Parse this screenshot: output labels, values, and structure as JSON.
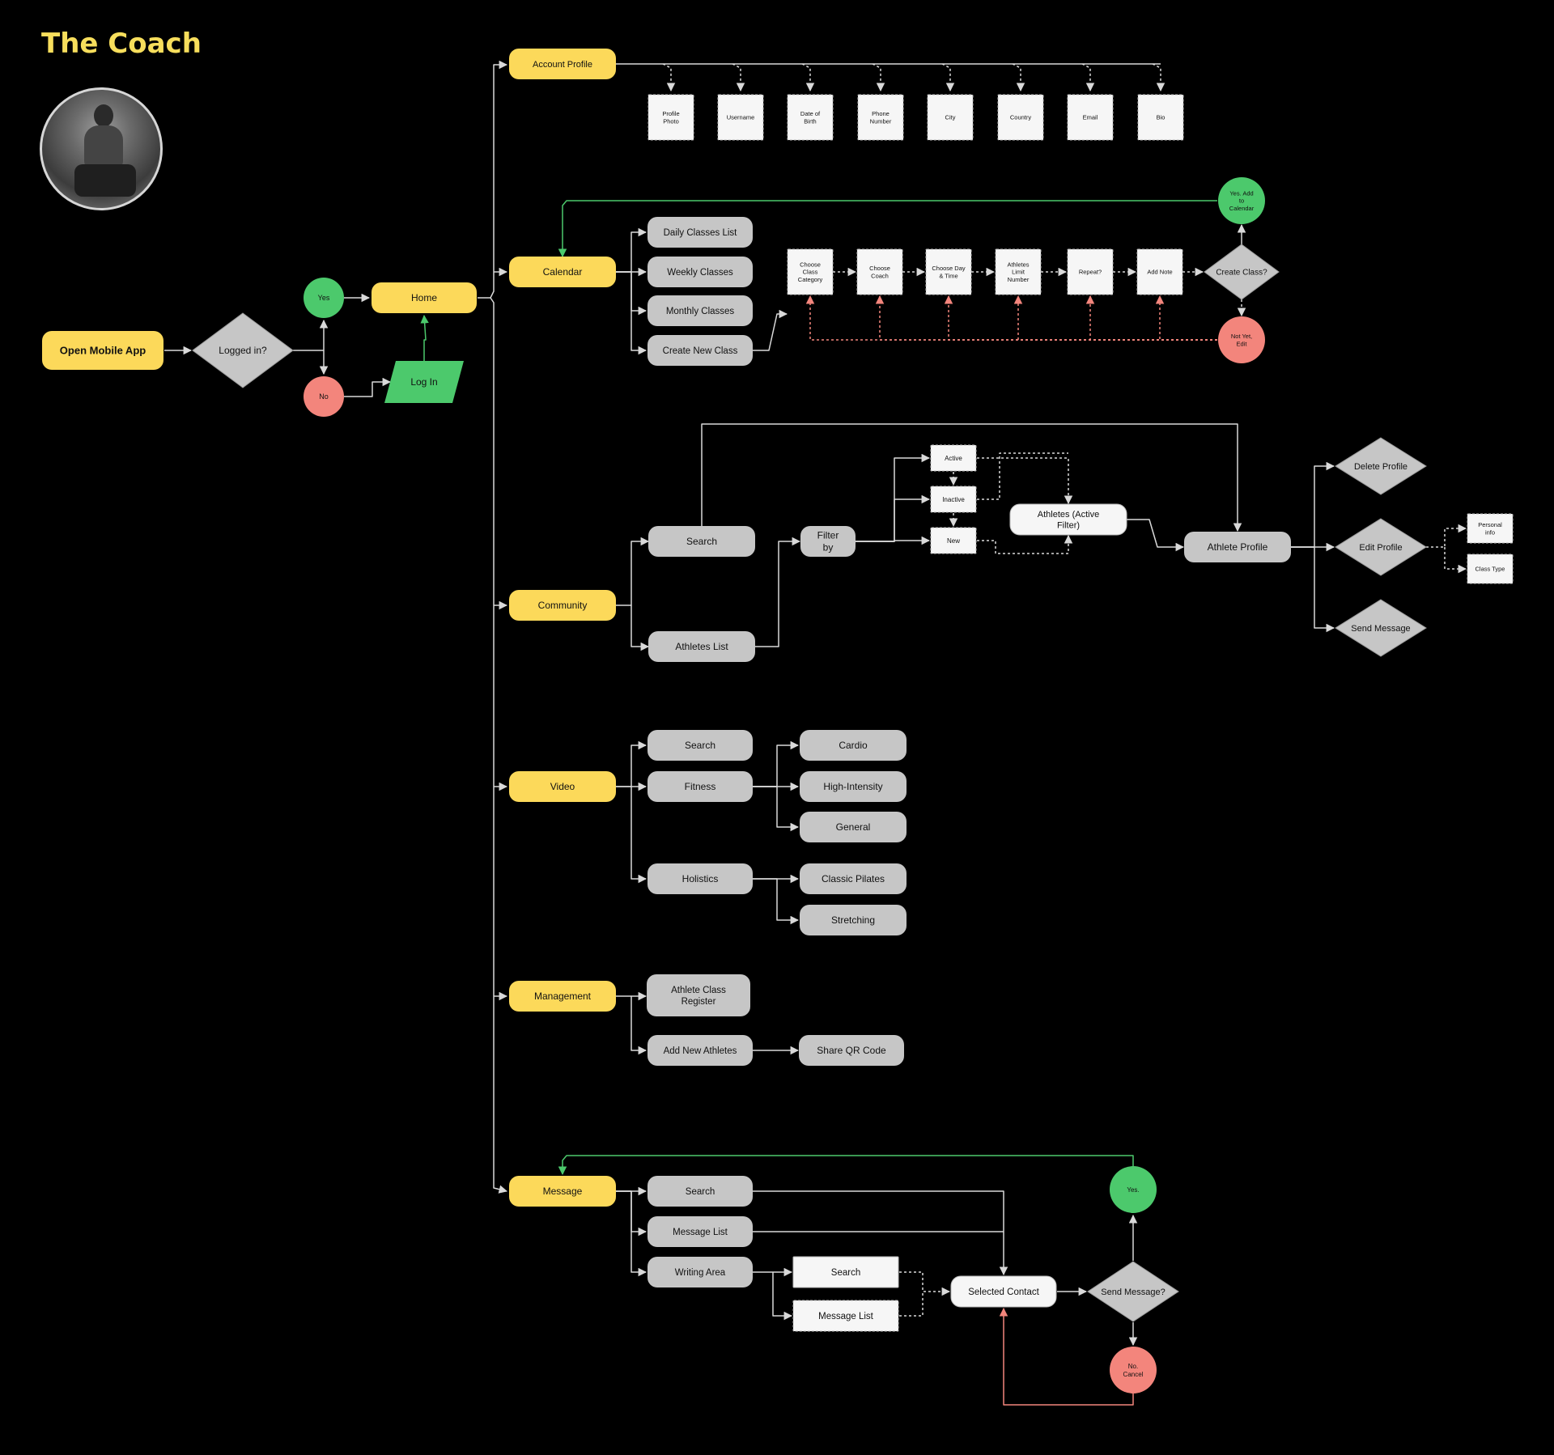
{
  "title": "The Coach",
  "avatar_icon": "coach-portrait",
  "colors": {
    "background": "#000000",
    "primary": "#fcd95a",
    "secondary": "#c6c6c6",
    "white_box": "#f6f6f6",
    "success": "#4cc96c",
    "danger": "#f3857c",
    "line": "#d9d9d9"
  },
  "nodes": {
    "open_app": "Open Mobile App",
    "logged_in": "Logged in?",
    "yes": "Yes",
    "no": "No",
    "login": "Log In",
    "home": "Home",
    "account_profile": "Account Profile",
    "profile_fields": [
      "Profile Photo",
      "Username",
      "Date of Birth",
      "Phone Number",
      "City",
      "Country",
      "Email",
      "Bio"
    ],
    "calendar": "Calendar",
    "daily_classes": "Daily Classes List",
    "weekly_classes": "Weekly Classes",
    "monthly_classes": "Monthly Classes",
    "create_new_class": "Create New Class",
    "class_steps": [
      "Choose Class Category",
      "Choose Coach",
      "Choose Day & Time",
      "Athletes Limit Number",
      "Repeat?",
      "Add Note"
    ],
    "create_class": "Create Class?",
    "yes_add_calendar": "Yes. Add to Calendar",
    "not_yet_edit": "Not Yet, Edit",
    "community": "Community",
    "community_search": "Search",
    "athletes_list": "Athletes List",
    "filter_by": "Filter by",
    "filter_options": [
      "Active",
      "Inactive",
      "New"
    ],
    "athletes_active_filter": "Athletes (Active Filter)",
    "athlete_profile": "Athlete Profile",
    "delete_profile": "Delete Profile",
    "edit_profile": "Edit Profile",
    "send_message_profile": "Send Message",
    "personal_info": "Personal info",
    "class_type": "Class Type",
    "video": "Video",
    "video_search": "Search",
    "fitness": "Fitness",
    "cardio": "Cardio",
    "high_intensity": "High-Intensity",
    "general": "General",
    "holistics": "Holistics",
    "classic_pilates": "Classic Pilates",
    "stretching": "Stretching",
    "management": "Management",
    "athlete_class_register": "Athlete Class Register",
    "add_new_athletes": "Add New Athletes",
    "share_qr": "Share QR Code",
    "message": "Message",
    "message_search": "Search",
    "message_list": "Message List",
    "writing_area": "Writing Area",
    "write_search": "Search",
    "write_message_list": "Message List",
    "selected_contact": "Selected Contact",
    "send_message_q": "Send Message?",
    "msg_yes": "Yes.",
    "msg_no_cancel": "No. Cancel"
  }
}
